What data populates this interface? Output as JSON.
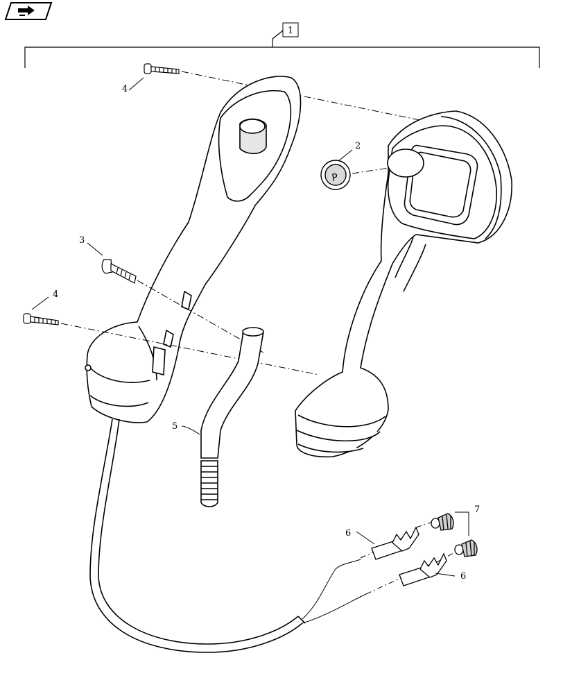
{
  "nav": {
    "icon": "next-page-arrow-icon"
  },
  "callouts": {
    "assembly": "1",
    "knob_insert": "2",
    "screw_center": "3",
    "screw_top": "4",
    "screw_lower": "4",
    "tube": "5",
    "terminal_upper": "6",
    "terminal_lower": "6",
    "seal": "7"
  },
  "colors": {
    "line": "#000000",
    "shade": "#d9d9d9",
    "background": "#ffffff"
  }
}
